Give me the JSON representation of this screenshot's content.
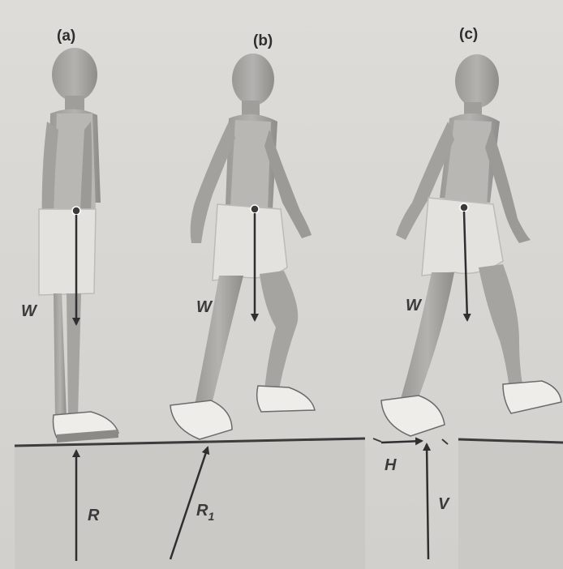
{
  "panels": [
    {
      "id": "a",
      "label": "(a)"
    },
    {
      "id": "b",
      "label": "(b)"
    },
    {
      "id": "c",
      "label": "(c)"
    }
  ],
  "forces": {
    "weight": "W",
    "reaction": "R",
    "reaction_1": "R",
    "reaction_1_sub": "1",
    "horizontal": "H",
    "vertical": "V"
  },
  "colors": {
    "page": "#d8d6d2",
    "floor": "#c9c7c3",
    "figure": "#aaa8a5",
    "shorts": "#e6e4e1",
    "arrow": "#2f2f2f"
  }
}
